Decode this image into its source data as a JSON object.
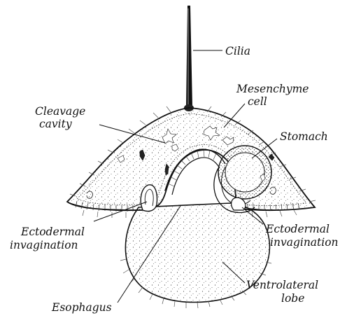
{
  "figure": {
    "labels": {
      "cilia": "Cilia",
      "mesenchyme_line1": "Mesenchyme",
      "mesenchyme_line2": "cell",
      "cleavage_line1": "Cleavage",
      "cleavage_line2": "cavity",
      "stomach": "Stomach",
      "ecto_left_line1": "Ectodermal",
      "ecto_left_line2": "invagination",
      "ecto_right_line1": "Ectodermal",
      "ecto_right_line2": "invagination",
      "ventrolateral_line1": "Ventrolateral",
      "ventrolateral_line2": "lobe",
      "esophagus": "Esophagus"
    }
  }
}
